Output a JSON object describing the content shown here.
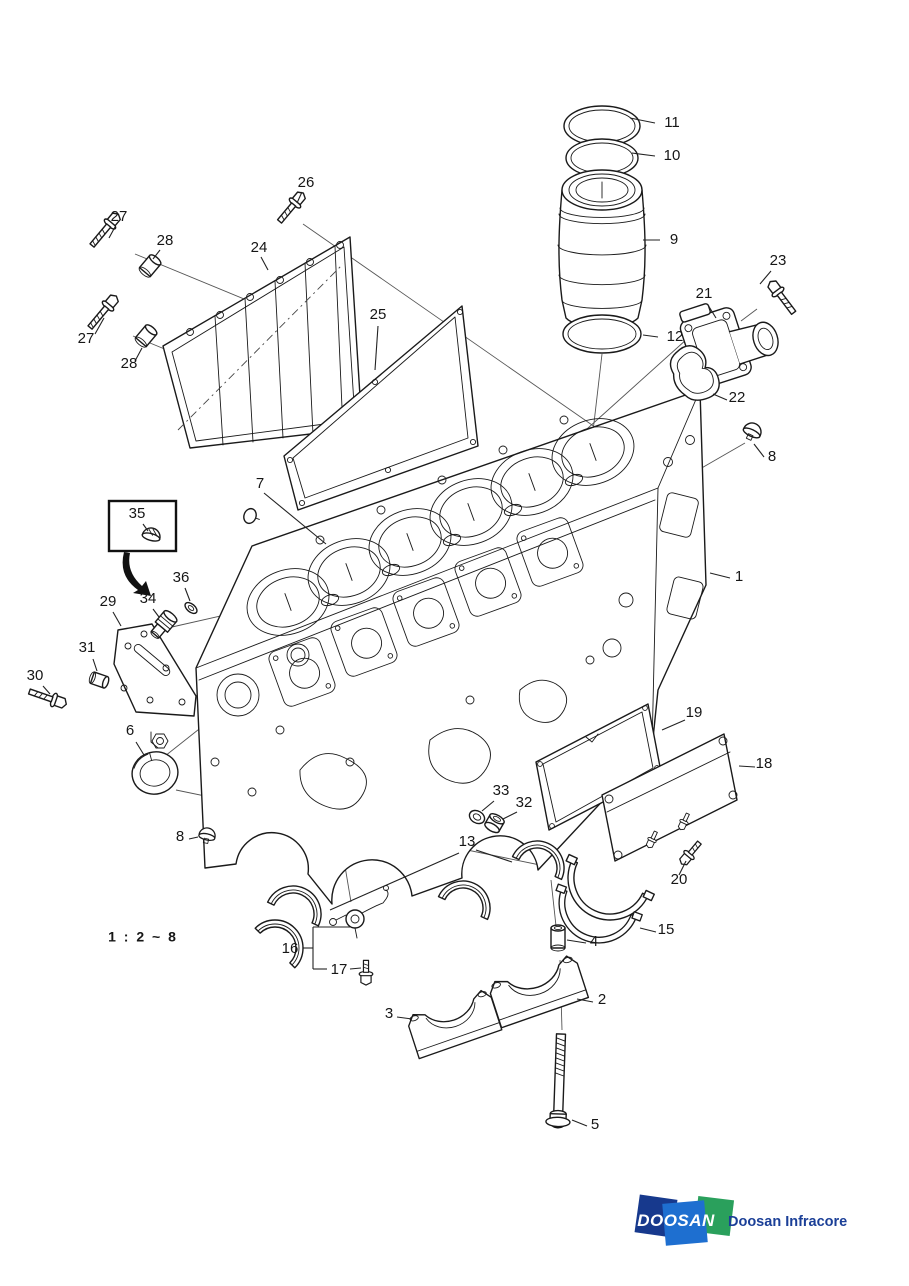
{
  "diagram": {
    "scale_note": "1 : 2 ~ 8",
    "callouts": [
      {
        "label": "11"
      },
      {
        "label": "10"
      },
      {
        "label": "9"
      },
      {
        "label": "12"
      },
      {
        "label": "26"
      },
      {
        "label": "27"
      },
      {
        "label": "28"
      },
      {
        "label": "24"
      },
      {
        "label": "27"
      },
      {
        "label": "28"
      },
      {
        "label": "25"
      },
      {
        "label": "23"
      },
      {
        "label": "21"
      },
      {
        "label": "22"
      },
      {
        "label": "8"
      },
      {
        "label": "1"
      },
      {
        "label": "7"
      },
      {
        "label": "35"
      },
      {
        "label": "36"
      },
      {
        "label": "34"
      },
      {
        "label": "29"
      },
      {
        "label": "31"
      },
      {
        "label": "30"
      },
      {
        "label": "6"
      },
      {
        "label": "8"
      },
      {
        "label": "33"
      },
      {
        "label": "32"
      },
      {
        "label": "19"
      },
      {
        "label": "18"
      },
      {
        "label": "20"
      },
      {
        "label": "13"
      },
      {
        "label": "16"
      },
      {
        "label": "17"
      },
      {
        "label": "15"
      },
      {
        "label": "4"
      },
      {
        "label": "2"
      },
      {
        "label": "3"
      },
      {
        "label": "5"
      }
    ]
  },
  "footer": {
    "logo_word": "DOOSAN",
    "company": "Doosan Infracore",
    "logo_colors": {
      "navy": "#17398D",
      "blue": "#1E6FD0",
      "green": "#2AA05C"
    },
    "text_color": "#1B3F97"
  }
}
